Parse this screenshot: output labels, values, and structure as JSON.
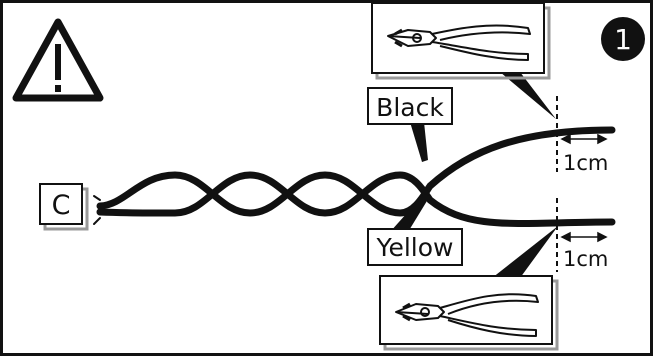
{
  "step": {
    "number": "1"
  },
  "labels": {
    "connector": "C",
    "wire_top": "Black",
    "wire_bottom": "Yellow"
  },
  "measurements": {
    "top": "1cm",
    "bottom": "1cm"
  },
  "icons": {
    "warning": "warning-triangle-icon",
    "tool": "wire-cutter-icon"
  },
  "colors": {
    "stroke": "#111111",
    "frame_shadow": "#9a9a9a",
    "badge": "#111111"
  }
}
